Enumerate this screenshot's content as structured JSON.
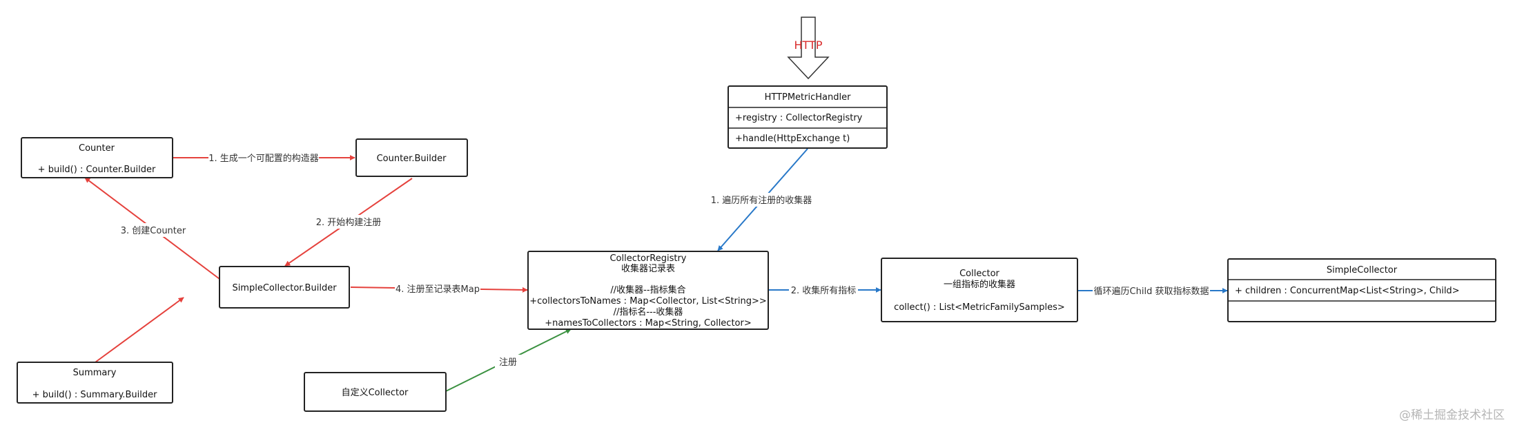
{
  "colors": {
    "red": "#e5413c",
    "blue": "#2878c8",
    "green": "#3a9140",
    "http_text": "#d92b2b",
    "border": "#222222"
  },
  "http": {
    "label": "HTTP"
  },
  "boxes": {
    "counter": {
      "title": "Counter",
      "method": "+ build() : Counter.Builder"
    },
    "counter_builder": {
      "title": "Counter.Builder"
    },
    "simple_collector_builder": {
      "title": "SimpleCollector.Builder"
    },
    "summary": {
      "title": "Summary",
      "method": "+ build() : Summary.Builder"
    },
    "custom_collector": {
      "title": "自定义Collector"
    },
    "http_handler": {
      "title": "HTTPMetricHandler",
      "field": "+registry : CollectorRegistry",
      "method": "+handle(HttpExchange t)"
    },
    "registry": {
      "title": "CollectorRegistry",
      "subtitle": "收集器记录表",
      "comment1": "//收集器--指标集合",
      "field1": "+collectorsToNames : Map<Collector, List<String>>",
      "comment2": "//指标名---收集器",
      "field2": "+namesToCollectors : Map<String, Collector>"
    },
    "collector": {
      "title": "Collector",
      "subtitle": "一组指标的收集器",
      "method": "collect() : List<MetricFamilySamples>"
    },
    "simple_collector": {
      "title": "SimpleCollector",
      "field": "+ children : ConcurrentMap<List<String>, Child>"
    }
  },
  "edges": {
    "generate_builder": "1. 生成一个可配置的构造器",
    "start_register": "2. 开始构建注册",
    "create_counter": "3. 创建Counter",
    "register_to_map": "4. 注册至记录表Map",
    "register": "注册",
    "traverse_collectors": "1. 遍历所有注册的收集器",
    "collect_metrics": "2. 收集所有指标",
    "loop_children": "循环遍历Child 获取指标数据"
  },
  "watermark": "@稀土掘金技术社区"
}
